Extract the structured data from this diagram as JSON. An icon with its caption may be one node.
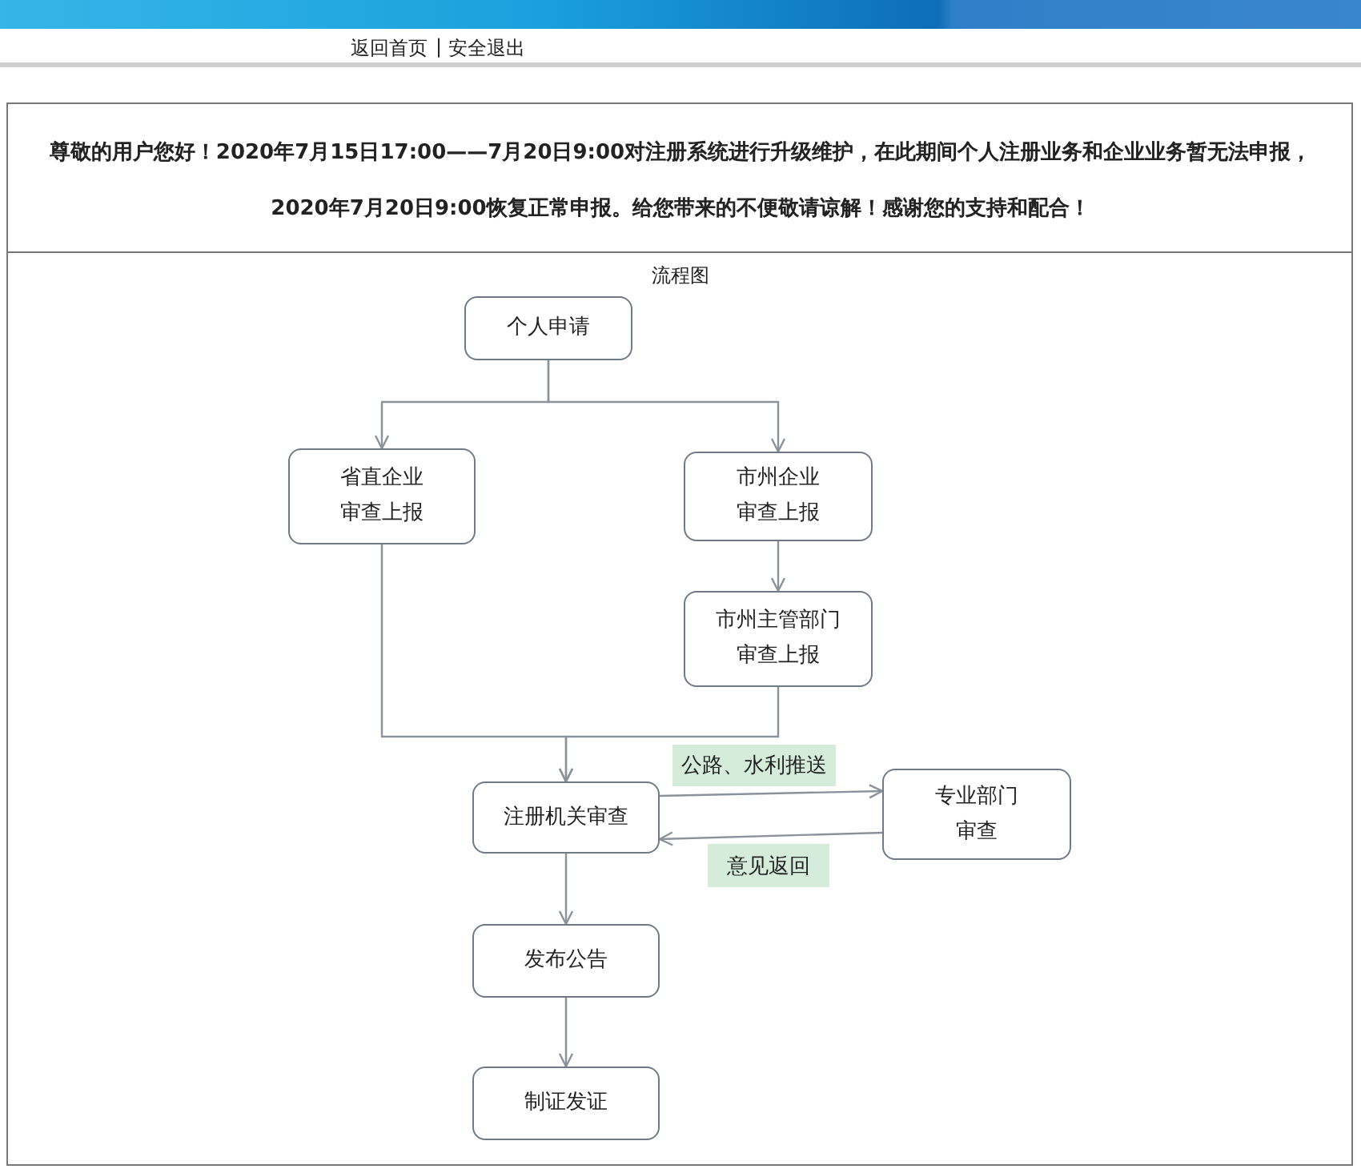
{
  "diagram": {
    "title": "流程图",
    "nodes": [
      {
        "text": [
          "个人申请"
        ]
      },
      {
        "text": [
          "省直企业审查上报"
        ]
      },
      {
        "text": [
          "市州企业审查上报"
        ]
      },
      {
        "text": [
          "市州主管部门审查上报"
        ]
      },
      {
        "text": [
          "注册机关审查"
        ]
      },
      {
        "text": [
          "专业部门审查"
        ]
      },
      {
        "text": [
          "发布公告"
        ]
      },
      {
        "text": [
          "制证发证"
        ]
      }
    ],
    "edges": [
      {
        "from": 0,
        "to": 1,
        "arrow": "to"
      },
      {
        "from": 0,
        "to": 2,
        "arrow": "to"
      },
      {
        "from": 2,
        "to": 3,
        "arrow": "to"
      },
      {
        "from": 1,
        "to": 4,
        "arrow": "to"
      },
      {
        "from": 3,
        "to": 4,
        "arrow": "to"
      },
      {
        "from": 4,
        "to": 5,
        "arrow": "to",
        "label": "公路、水利推送"
      },
      {
        "from": 5,
        "to": 4,
        "arrow": "to",
        "label": "意见返回"
      },
      {
        "from": 4,
        "to": 6,
        "arrow": "to"
      },
      {
        "from": 6,
        "to": 7,
        "arrow": "to"
      }
    ],
    "labels": [
      "返回首页",
      "|",
      "安全退出",
      "尊敬的用户您好！2020年7月15日17:00——7月20日9:00对注册系统进行升级维护，在此期间个人注册业务和企业业务暂无法申报，",
      "2020年7月20日9:00恢复正常申报。给您带来的不便敬请谅解！感谢您的支持和配合！"
    ]
  }
}
